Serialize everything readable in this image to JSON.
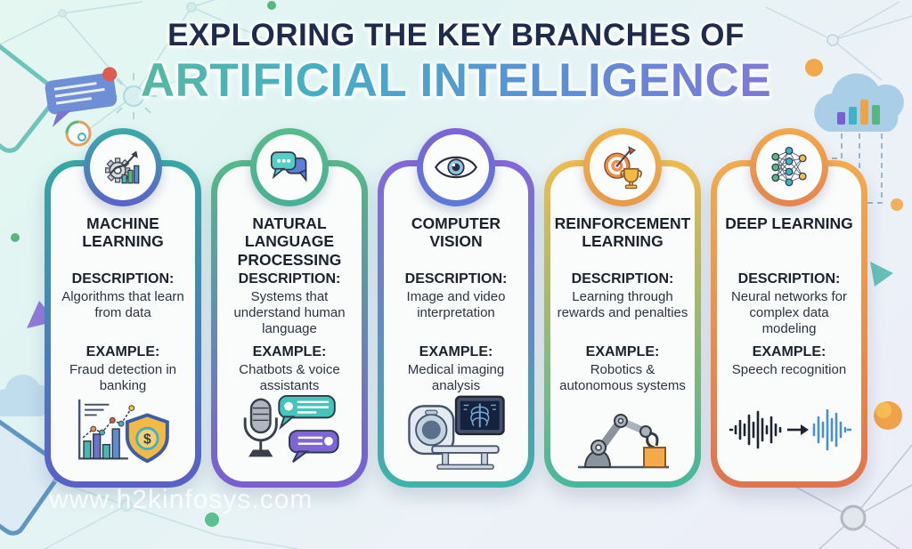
{
  "page": {
    "title_line1": "EXPLORING THE KEY BRANCHES OF",
    "title_line2": "ARTIFICIAL INTELLIGENCE",
    "watermark": "www.h2kinfosys.com"
  },
  "labels": {
    "description": "DESCRIPTION:",
    "example": "EXAMPLE:"
  },
  "colors": {
    "title_line1": "#1d2b4d",
    "title_gradient": [
      "#5fbe8e",
      "#45aec6",
      "#5b8ed6",
      "#8f6fd8"
    ],
    "background_top_left": "#e4f7f1",
    "background_bottom_right": "#ecedf8",
    "card_background": "#fafcfc",
    "watermark": "rgba(255,255,255,0.82)"
  },
  "cards": [
    {
      "id": "machine-learning",
      "title": "MACHINE LEARNING",
      "description": "Algorithms that learn from data",
      "example": "Fraud detection in banking",
      "top_icon": "gear-chart-icon",
      "example_icon": "fraud-chart-shield-icon",
      "border_gradient": [
        "#35a8a4",
        "#5a5fc8"
      ],
      "circle_gradient": [
        "#3aaca6",
        "#5a62c9"
      ]
    },
    {
      "id": "natural-language-processing",
      "title": "NATURAL LANGUAGE PROCESSING",
      "description": "Systems that understand human language",
      "example": "Chatbots & voice assistants",
      "top_icon": "chat-bubbles-icon",
      "example_icon": "microphone-chat-icon",
      "border_gradient": [
        "#55b98a",
        "#7a5ed2"
      ],
      "circle_gradient": [
        "#57bb8b",
        "#47b098"
      ]
    },
    {
      "id": "computer-vision",
      "title": "COMPUTER VISION",
      "description": "Image and video interpretation",
      "example": "Medical imaging analysis",
      "top_icon": "eye-icon",
      "example_icon": "ct-scanner-xray-icon",
      "border_gradient": [
        "#8566d8",
        "#3eb3ab"
      ],
      "circle_gradient": [
        "#7e63d6",
        "#5b79d8"
      ]
    },
    {
      "id": "reinforcement-learning",
      "title": "REINFORCEMENT LEARNING",
      "description": "Learning through rewards and penalties",
      "example": "Robotics & autonomous systems",
      "top_icon": "target-trophy-icon",
      "example_icon": "robot-arm-icon",
      "border_gradient": [
        "#eebb4d",
        "#45b89d"
      ],
      "circle_gradient": [
        "#f0b44c",
        "#e89a48"
      ]
    },
    {
      "id": "deep-learning",
      "title": "DEEP LEARNING",
      "description": "Neural networks for complex data modeling",
      "example": "Speech recognition",
      "top_icon": "neural-network-icon",
      "example_icon": "waveform-arrow-icon",
      "border_gradient": [
        "#f3ab4e",
        "#e0744e"
      ],
      "circle_gradient": [
        "#f2a94c",
        "#e4854d"
      ]
    }
  ]
}
